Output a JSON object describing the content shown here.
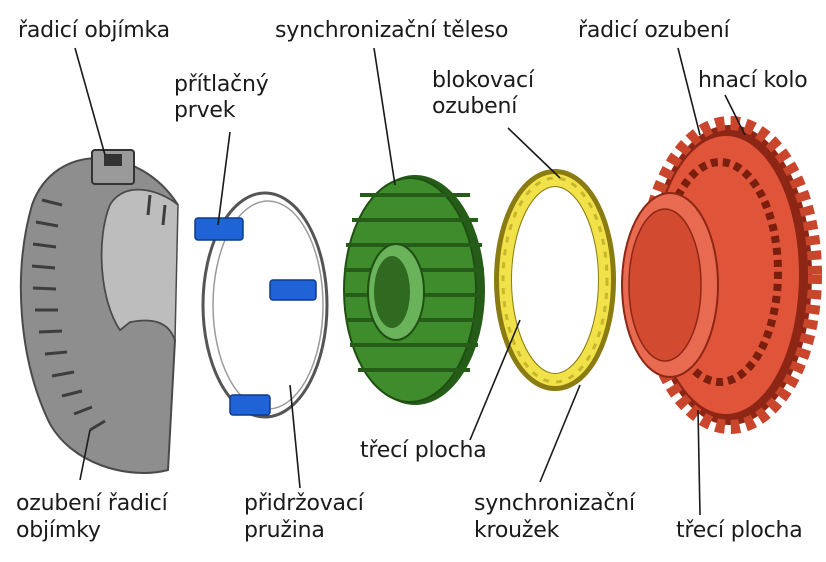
{
  "labels": {
    "shift_sleeve": "řadicí objímka",
    "synchro_body": "synchronizační těleso",
    "shift_teeth": "řadicí ozubení",
    "pressure_element_l1": "přítlačný",
    "pressure_element_l2": "prvek",
    "blocking_teeth_l1": "blokovací",
    "blocking_teeth_l2": "ozubení",
    "drive_gear": "hnací kolo",
    "friction_surface_ring": "třecí plocha",
    "sleeve_teeth_l1": "ozubení řadicí",
    "sleeve_teeth_l2": "objímky",
    "retaining_spring_l1": "přidržovací",
    "retaining_spring_l2": "pružina",
    "synchro_ring_l1": "synchronizační",
    "synchro_ring_l2": "kroužek",
    "friction_surface_gear": "třecí plocha"
  },
  "colors": {
    "sleeve": "#8e8e8e",
    "sleeve_dark": "#4a4a4a",
    "pressure_element": "#1f63d6",
    "spring": "#555555",
    "synchro_body": "#3f8c2c",
    "synchro_body_dark": "#245c18",
    "synchro_ring": "#f2e24a",
    "synchro_ring_dark": "#8a7b12",
    "gear": "#e0553a",
    "gear_dark": "#8e2615",
    "leader": "#1a1a1a"
  }
}
